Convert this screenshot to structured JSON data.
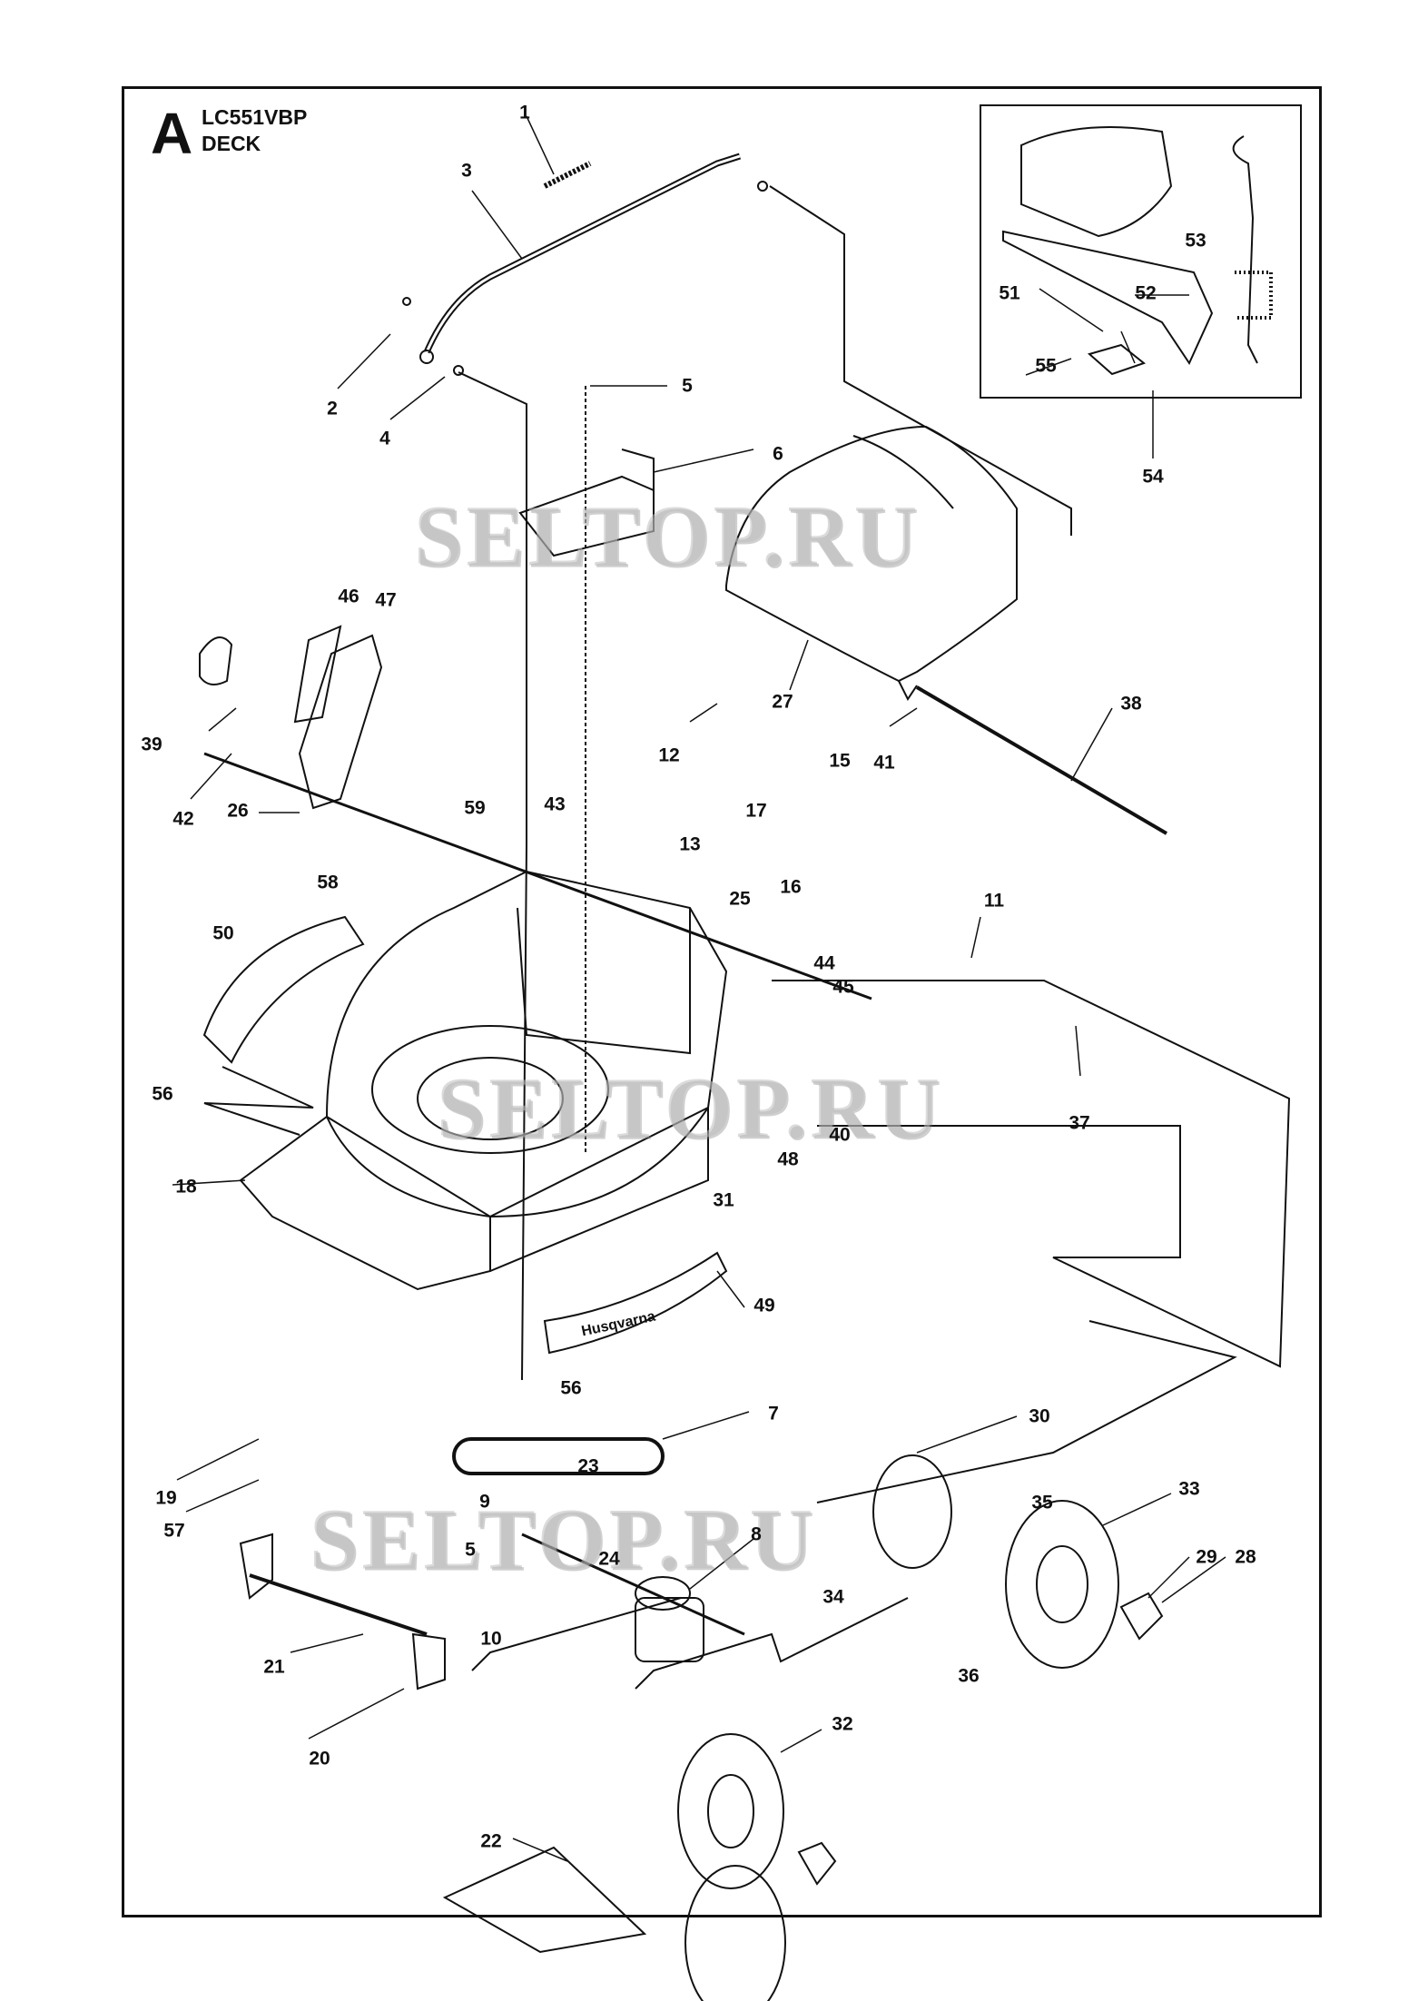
{
  "header": {
    "letter": "A",
    "model": "LC551VBP",
    "section": "DECK"
  },
  "watermark": "SELTOP.RU",
  "callouts": {
    "c1": "1",
    "c2": "2",
    "c3": "3",
    "c4": "4",
    "c5a": "5",
    "c5b": "5",
    "c6": "6",
    "c7": "7",
    "c8": "8",
    "c9": "9",
    "c10": "10",
    "c11": "11",
    "c12": "12",
    "c13": "13",
    "c15": "15",
    "c16": "16",
    "c17": "17",
    "c18": "18",
    "c19": "19",
    "c20": "20",
    "c21": "21",
    "c22": "22",
    "c23": "23",
    "c24": "24",
    "c25": "25",
    "c26": "26",
    "c27": "27",
    "c28": "28",
    "c29": "29",
    "c30": "30",
    "c31": "31",
    "c32": "32",
    "c33": "33",
    "c34": "34",
    "c35": "35",
    "c36": "36",
    "c37": "37",
    "c38": "38",
    "c39": "39",
    "c40": "40",
    "c41": "41",
    "c42": "42",
    "c43": "43",
    "c44": "44",
    "c45": "45",
    "c46": "46",
    "c47": "47",
    "c48": "48",
    "c49": "49",
    "c50": "50",
    "c51": "51",
    "c52": "52",
    "c53": "53",
    "c54": "54",
    "c55": "55",
    "c56a": "56",
    "c56b": "56",
    "c57": "57",
    "c58": "58",
    "c59": "59"
  },
  "logo_text": "Husqvarna",
  "colors": {
    "line": "#111111",
    "watermark": "#bebebe"
  }
}
